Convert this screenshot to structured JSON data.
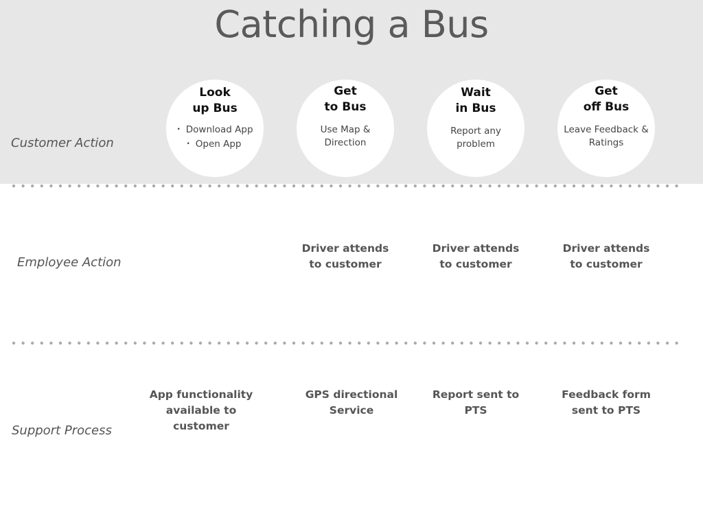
{
  "title": "Catching a Bus",
  "rows": {
    "customer": "Customer Action",
    "employee": "Employee Action",
    "support": "Support Process"
  },
  "steps": [
    {
      "title_line1": "Look",
      "title_line2": "up Bus",
      "bullets": [
        "Download App",
        "Open App"
      ]
    },
    {
      "title_line1": "Get",
      "title_line2": "to Bus",
      "desc_line1": "Use Map &",
      "desc_line2": "Direction"
    },
    {
      "title_line1": "Wait",
      "title_line2": "in Bus",
      "desc_line1": "Report any",
      "desc_line2": "problem"
    },
    {
      "title_line1": "Get",
      "title_line2": "off Bus",
      "desc_line1": "Leave Feedback &",
      "desc_line2": "Ratings"
    }
  ],
  "employee": [
    {
      "line1": "Driver attends",
      "line2": "to customer"
    },
    {
      "line1": "Driver attends",
      "line2": "to customer"
    },
    {
      "line1": "Driver attends",
      "line2": "to customer"
    }
  ],
  "support": [
    {
      "line1": "App functionality",
      "line2": "available to",
      "line3": "customer"
    },
    {
      "line1": "GPS directional",
      "line2": "Service"
    },
    {
      "line1": "Report sent to",
      "line2": "PTS"
    },
    {
      "line1": "Feedback form",
      "line2": "sent to PTS"
    }
  ],
  "colors": {
    "band": "#e7e7e7",
    "dots": "#aaaaaa",
    "text": "#555555"
  }
}
